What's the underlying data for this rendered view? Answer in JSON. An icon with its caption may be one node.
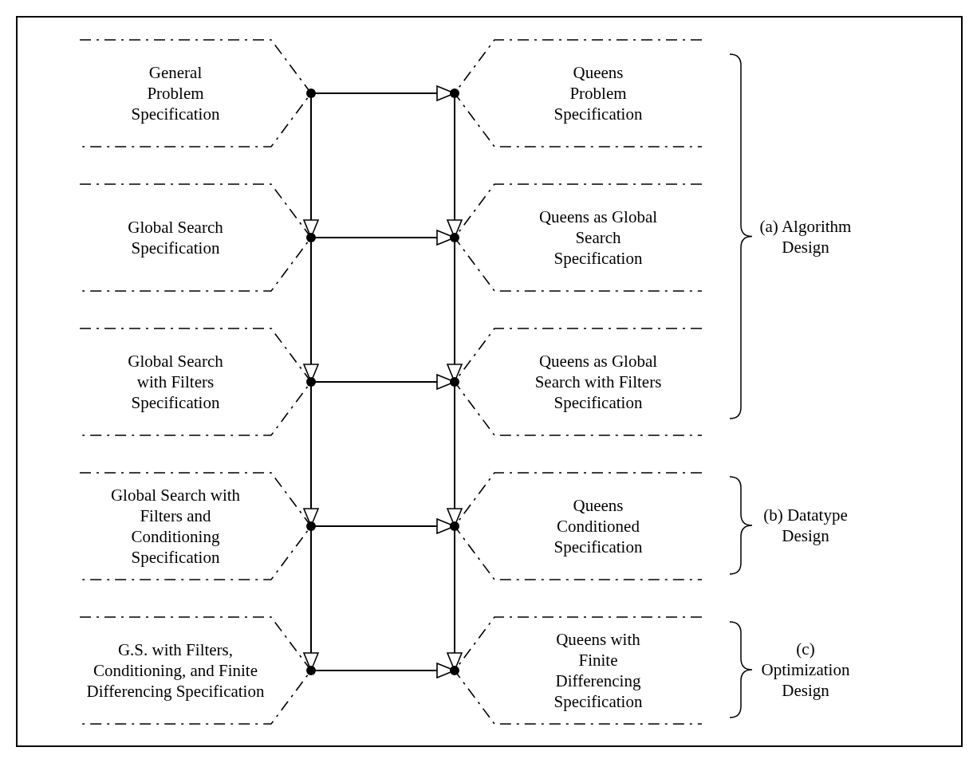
{
  "diagram": {
    "nodes": [
      {
        "text": [
          "General Problem Specification"
        ]
      },
      {
        "text": [
          "Queens Problem Specification"
        ]
      },
      {
        "text": [
          "Global Search Specification"
        ]
      },
      {
        "text": [
          "Queens as Global Search Specification"
        ]
      },
      {
        "text": [
          "Global Search with Filters Specification"
        ]
      },
      {
        "text": [
          "Queens as Global Search with Filters Specification"
        ]
      },
      {
        "text": [
          "Global Search with Filters and Conditioning Specification"
        ]
      },
      {
        "text": [
          "Queens Conditioned Specification"
        ]
      },
      {
        "text": [
          "G.S. with Filters, Conditioning, and Finite Differencing Specification"
        ]
      },
      {
        "text": [
          "Queens with Finite Differencing Specification"
        ]
      }
    ],
    "edges": [
      {
        "from": 0,
        "to": 1,
        "arrow": "to"
      },
      {
        "from": 0,
        "to": 2,
        "arrow": "to"
      },
      {
        "from": 1,
        "to": 3,
        "arrow": "to"
      },
      {
        "from": 2,
        "to": 3,
        "arrow": "to"
      },
      {
        "from": 2,
        "to": 4,
        "arrow": "to"
      },
      {
        "from": 3,
        "to": 5,
        "arrow": "to"
      },
      {
        "from": 4,
        "to": 5,
        "arrow": "to"
      },
      {
        "from": 4,
        "to": 6,
        "arrow": "to"
      },
      {
        "from": 5,
        "to": 7,
        "arrow": "to"
      },
      {
        "from": 6,
        "to": 7,
        "arrow": "to"
      },
      {
        "from": 6,
        "to": 8,
        "arrow": "to"
      },
      {
        "from": 7,
        "to": 9,
        "arrow": "to"
      },
      {
        "from": 8,
        "to": 9,
        "arrow": "to"
      }
    ],
    "labels": [
      "(a) Algorithm Design",
      "(b) Datatype Design",
      "(c) Optimization Design"
    ]
  }
}
